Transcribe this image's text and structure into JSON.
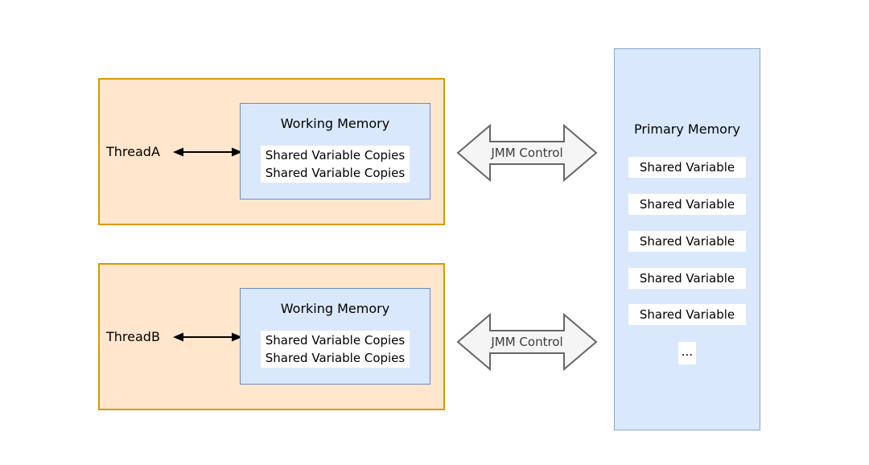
{
  "diagram": {
    "threads": [
      {
        "label": "ThreadA",
        "working_memory": {
          "title": "Working Memory",
          "items": [
            "Shared Variable Copies",
            "Shared Variable Copies"
          ]
        },
        "jmm_arrow_label": "JMM Control"
      },
      {
        "label": "ThreadB",
        "working_memory": {
          "title": "Working Memory",
          "items": [
            "Shared Variable Copies",
            "Shared Variable Copies"
          ]
        },
        "jmm_arrow_label": "JMM Control"
      }
    ],
    "primary_memory": {
      "title": "Primary Memory",
      "items": [
        "Shared Variable",
        "Shared Variable",
        "Shared Variable",
        "Shared Variable",
        "Shared Variable"
      ],
      "ellipsis": "..."
    },
    "colors": {
      "thread_box_fill": "#FFE6CC",
      "thread_box_stroke": "#D79B00",
      "memory_box_fill": "#DAE8FC",
      "memory_box_stroke": "#6C8EBF",
      "jmm_arrow_fill": "#F5F5F5",
      "jmm_arrow_stroke": "#666666",
      "item_background": "#FFFFFF",
      "text": "#000000"
    }
  }
}
